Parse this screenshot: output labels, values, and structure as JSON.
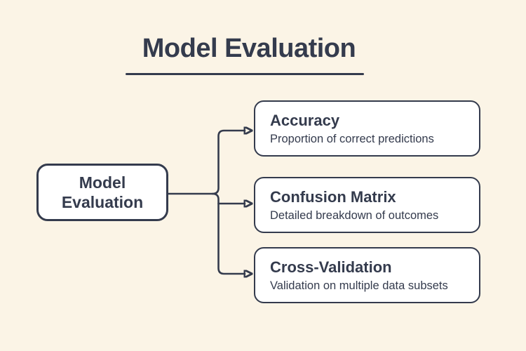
{
  "colors": {
    "background": "#FBF4E6",
    "ink": "#343B4D",
    "node_fill": "#FFFFFF"
  },
  "header": {
    "title": "Model Evaluation"
  },
  "diagram": {
    "root": {
      "label": "Model Evaluation"
    },
    "branches": [
      {
        "title": "Accuracy",
        "description": "Proportion of correct predictions"
      },
      {
        "title": "Confusion Matrix",
        "description": "Detailed breakdown of outcomes"
      },
      {
        "title": "Cross-Validation",
        "description": "Validation on multiple data subsets"
      }
    ]
  }
}
